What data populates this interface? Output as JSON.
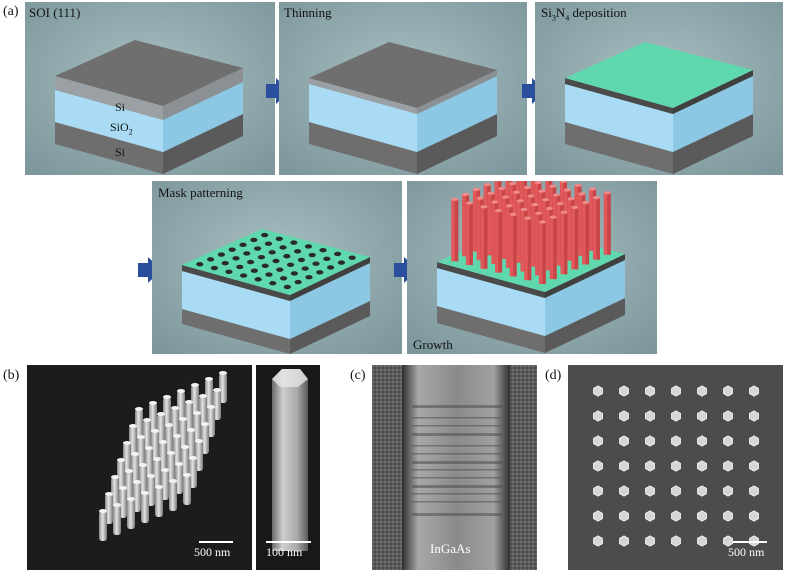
{
  "labels": {
    "a": "(a)",
    "b": "(b)",
    "c": "(c)",
    "d": "(d)"
  },
  "steps": {
    "soi": "SOI (111)",
    "thinning": "Thinning",
    "deposition_prefix": "Si",
    "deposition_sub1": "3",
    "deposition_mid": "N",
    "deposition_sub2": "4",
    "deposition_suffix": " deposition",
    "mask": "Mask patterning",
    "growth": "Growth"
  },
  "layers": {
    "top_si": "Si",
    "oxide": "SiO",
    "oxide_sub": "2",
    "bottom_si": "Si"
  },
  "sem": {
    "b_left_scale": "500 nm",
    "b_right_scale": "100 nm",
    "c_material": "InGaAs",
    "d_scale": "500 nm"
  },
  "colors": {
    "panel_bg": "#8fa9ae",
    "si": "#6e6e6e",
    "oxide": "#a9dcf4",
    "nitride": "#5fd8ad",
    "nanowire": "#e0585a",
    "arrow": "#2b4f9c"
  }
}
